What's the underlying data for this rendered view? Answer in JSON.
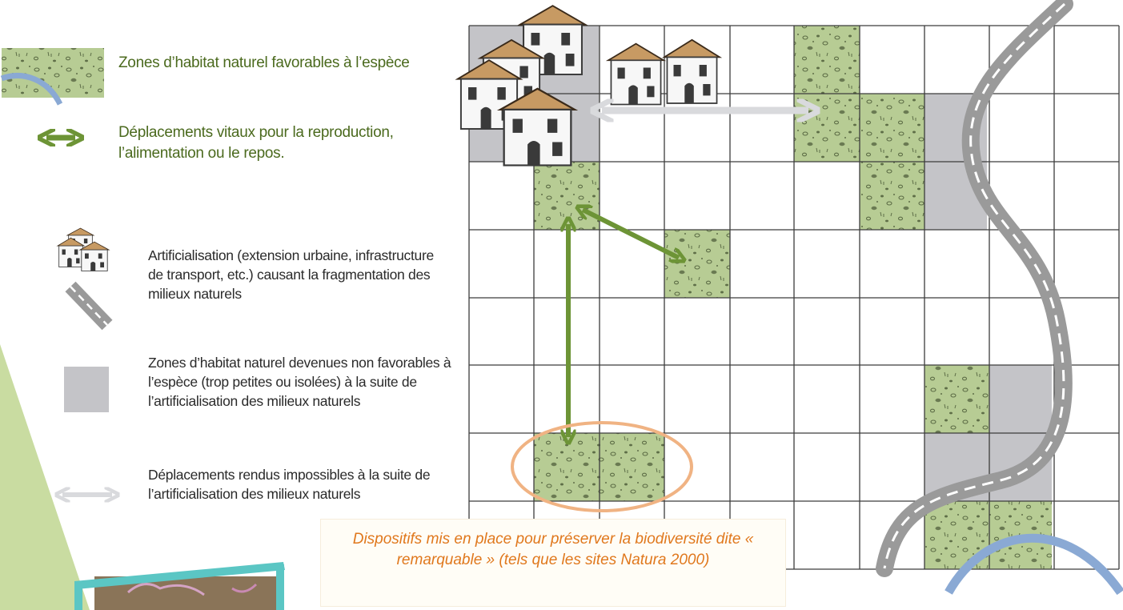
{
  "legend": {
    "habitat_favorable": "Zones d’habitat naturel favorables à l’espèce",
    "vital_movements": "Déplacements vitaux pour la reproduction, l’alimentation ou le repos.",
    "artificialisation": "Artificialisation (extension urbaine, infrastructure de transport, etc.) causant la fragmentation des milieux naturels",
    "habitat_unfavorable": "Zones d’habitat naturel devenues non favorables à l’espèce (trop petites ou isolées) à la suite de l’artificialisation des milieux naturels",
    "impossible_movements": "Déplacements rendus impossibles à la suite de l’artificialisation des milieux naturels"
  },
  "caption": "Dispositifs mis en place pour préserver la biodiversité dite « remarquable » (tels que les sites Natura 2000)",
  "colors": {
    "habitat_green": "#b7cc94",
    "arrow_green": "#6d9436",
    "unfavorable_grey": "#c4c4c8",
    "road_grey": "#9a9a9a",
    "impossible_arrow": "#d9dadd",
    "river_blue": "#8aa9d4",
    "ellipse_orange": "#f0b383",
    "accent_lime": "#c9dca1",
    "frame_teal": "#5bc6c4"
  }
}
